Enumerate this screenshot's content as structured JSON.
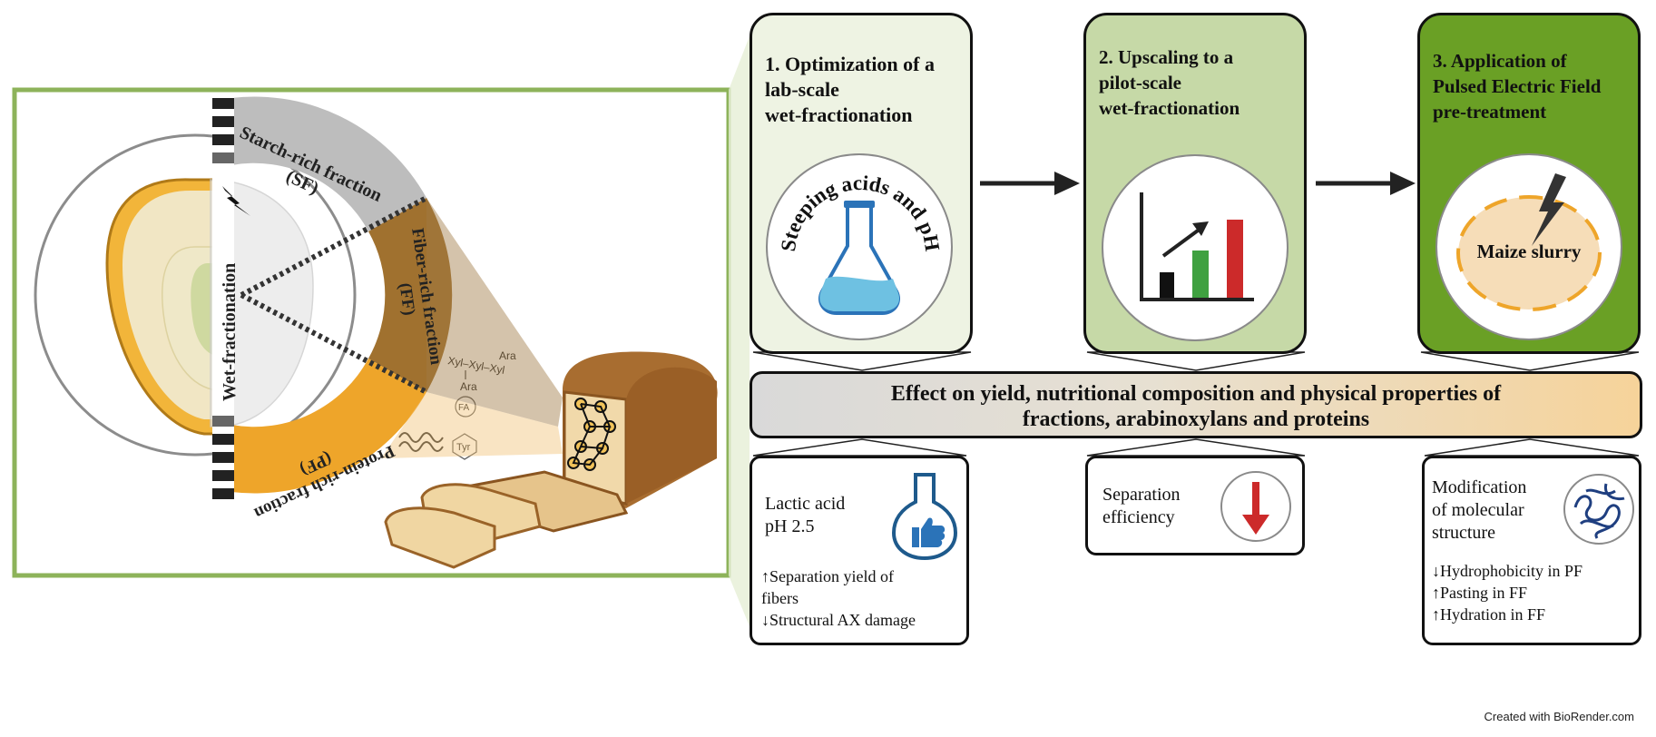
{
  "left_panel": {
    "sf_label_line1": "Starch-rich fraction",
    "sf_label_line2": "(SF)",
    "ff_label_line1": "Fiber-rich fraction",
    "ff_label_line2": "(FF)",
    "pf_label_line1": "Protein-rich fraction",
    "pf_label_line2": "(PF)",
    "wet_label": "Wet-fractionation",
    "ax_labels": {
      "ara_top": "Ara",
      "xyl_chain": "Xyl–Xyl–Xyl",
      "ara_bottom": "Ara",
      "fa": "FA",
      "tyr": "Tyr"
    }
  },
  "stages": [
    {
      "title": "1.  Optimization of a\n     lab-scale\n     wet-fractionation",
      "circle_text": "Steeping acids and pH"
    },
    {
      "title": "2. Upscaling to a\npilot-scale\nwet-fractionation"
    },
    {
      "title": "3. Application of\nPulsed Electric Field\npre-treatment",
      "circle_text": "Maize slurry"
    }
  ],
  "effect_bar": {
    "line1": "Effect on yield, nutritional composition and physical properties of",
    "line2": "fractions, arabinoxylans and proteins"
  },
  "results": [
    {
      "label": "Lactic acid\npH 2.5",
      "items": [
        "↑Separation yield of\n   fibers",
        "↓Structural AX damage"
      ]
    },
    {
      "label": "Separation\nefficiency",
      "items": []
    },
    {
      "label": "Modification\nof molecular\nstructure",
      "items": [
        "↓Hydrophobicity in PF",
        "↑Pasting in FF",
        "↑Hydration in FF"
      ]
    }
  ],
  "colors": {
    "panel_border": "#8db35a",
    "stage1_fill": "#eef3e3",
    "stage2_fill": "#c6d9a7",
    "stage3_fill": "#6aa025",
    "starch_band": "#bdbdbd",
    "fiber_band": "#a0712f",
    "protein_band": "#eea52a",
    "flask_blue": "#2b73b8",
    "bar_green": "#3fa140",
    "bar_red": "#cc2a2a"
  },
  "icons": [
    "lightning-icon",
    "flask-icon",
    "bar-chart-icon",
    "thumbs-up-flask-icon",
    "down-arrow-icon",
    "protein-network-icon",
    "bread-icon"
  ],
  "credit": "Created with BioRender.com"
}
